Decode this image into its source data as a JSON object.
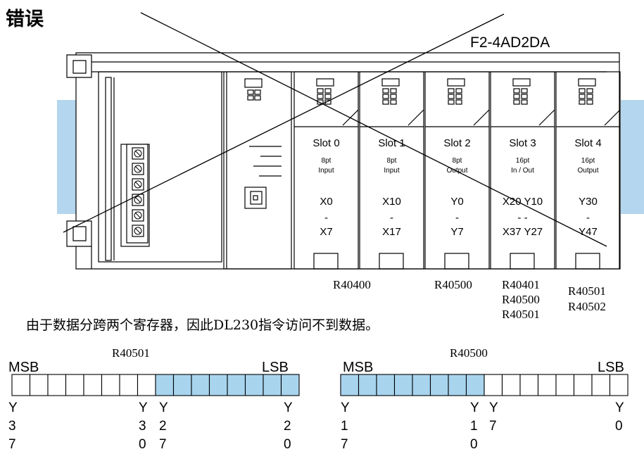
{
  "title": "错误",
  "module_label": "F2-4AD2DA",
  "slots": [
    {
      "name": "Slot 0",
      "points": "8pt",
      "kind": "Input",
      "start": "X0",
      "dash": "-",
      "end": "X7"
    },
    {
      "name": "Slot 1",
      "points": "8pt",
      "kind": "Input",
      "start": "X10",
      "dash": "-",
      "end": "X17"
    },
    {
      "name": "Slot 2",
      "points": "8pt",
      "kind": "Output",
      "start": "Y0",
      "dash": "-",
      "end": "Y7"
    },
    {
      "name": "Slot 3",
      "points": "16pt",
      "kind": "In / Out",
      "start": "X20 Y10",
      "dash": "-       -",
      "end": "X37 Y27"
    },
    {
      "name": "Slot 4",
      "points": "16pt",
      "kind": "Output",
      "start": "Y30",
      "dash": "-",
      "end": "Y47"
    }
  ],
  "register_labels": {
    "slot0": "R40400",
    "slot2": "R40500",
    "slot3": [
      "R40401",
      "R40500",
      "R40501"
    ],
    "slot4": [
      "R40501",
      "R40502"
    ]
  },
  "caption": "由于数据分跨两个寄存器，因此DL230指令访问不到数据。",
  "registers": [
    {
      "name": "R40501",
      "msb": "MSB",
      "lsb": "LSB",
      "bits_highlighted": [
        false,
        false,
        false,
        false,
        false,
        false,
        false,
        false,
        true,
        true,
        true,
        true,
        true,
        true,
        true,
        true
      ],
      "highlight_color": "#a8d4ee",
      "digits": [
        [
          "Y",
          "Y",
          "Y",
          "Y"
        ],
        [
          "3",
          "3",
          "2",
          "2"
        ],
        [
          "7",
          "0",
          "7",
          "0"
        ]
      ]
    },
    {
      "name": "R40500",
      "msb": "MSB",
      "lsb": "LSB",
      "bits_highlighted": [
        true,
        true,
        true,
        true,
        true,
        true,
        true,
        true,
        false,
        false,
        false,
        false,
        false,
        false,
        false,
        false
      ],
      "highlight_color": "#a8d4ee",
      "digits": [
        [
          "Y",
          "Y",
          "Y",
          "Y"
        ],
        [
          "1",
          "1",
          "7",
          "0"
        ],
        [
          "7",
          "0",
          "",
          ""
        ]
      ]
    }
  ]
}
